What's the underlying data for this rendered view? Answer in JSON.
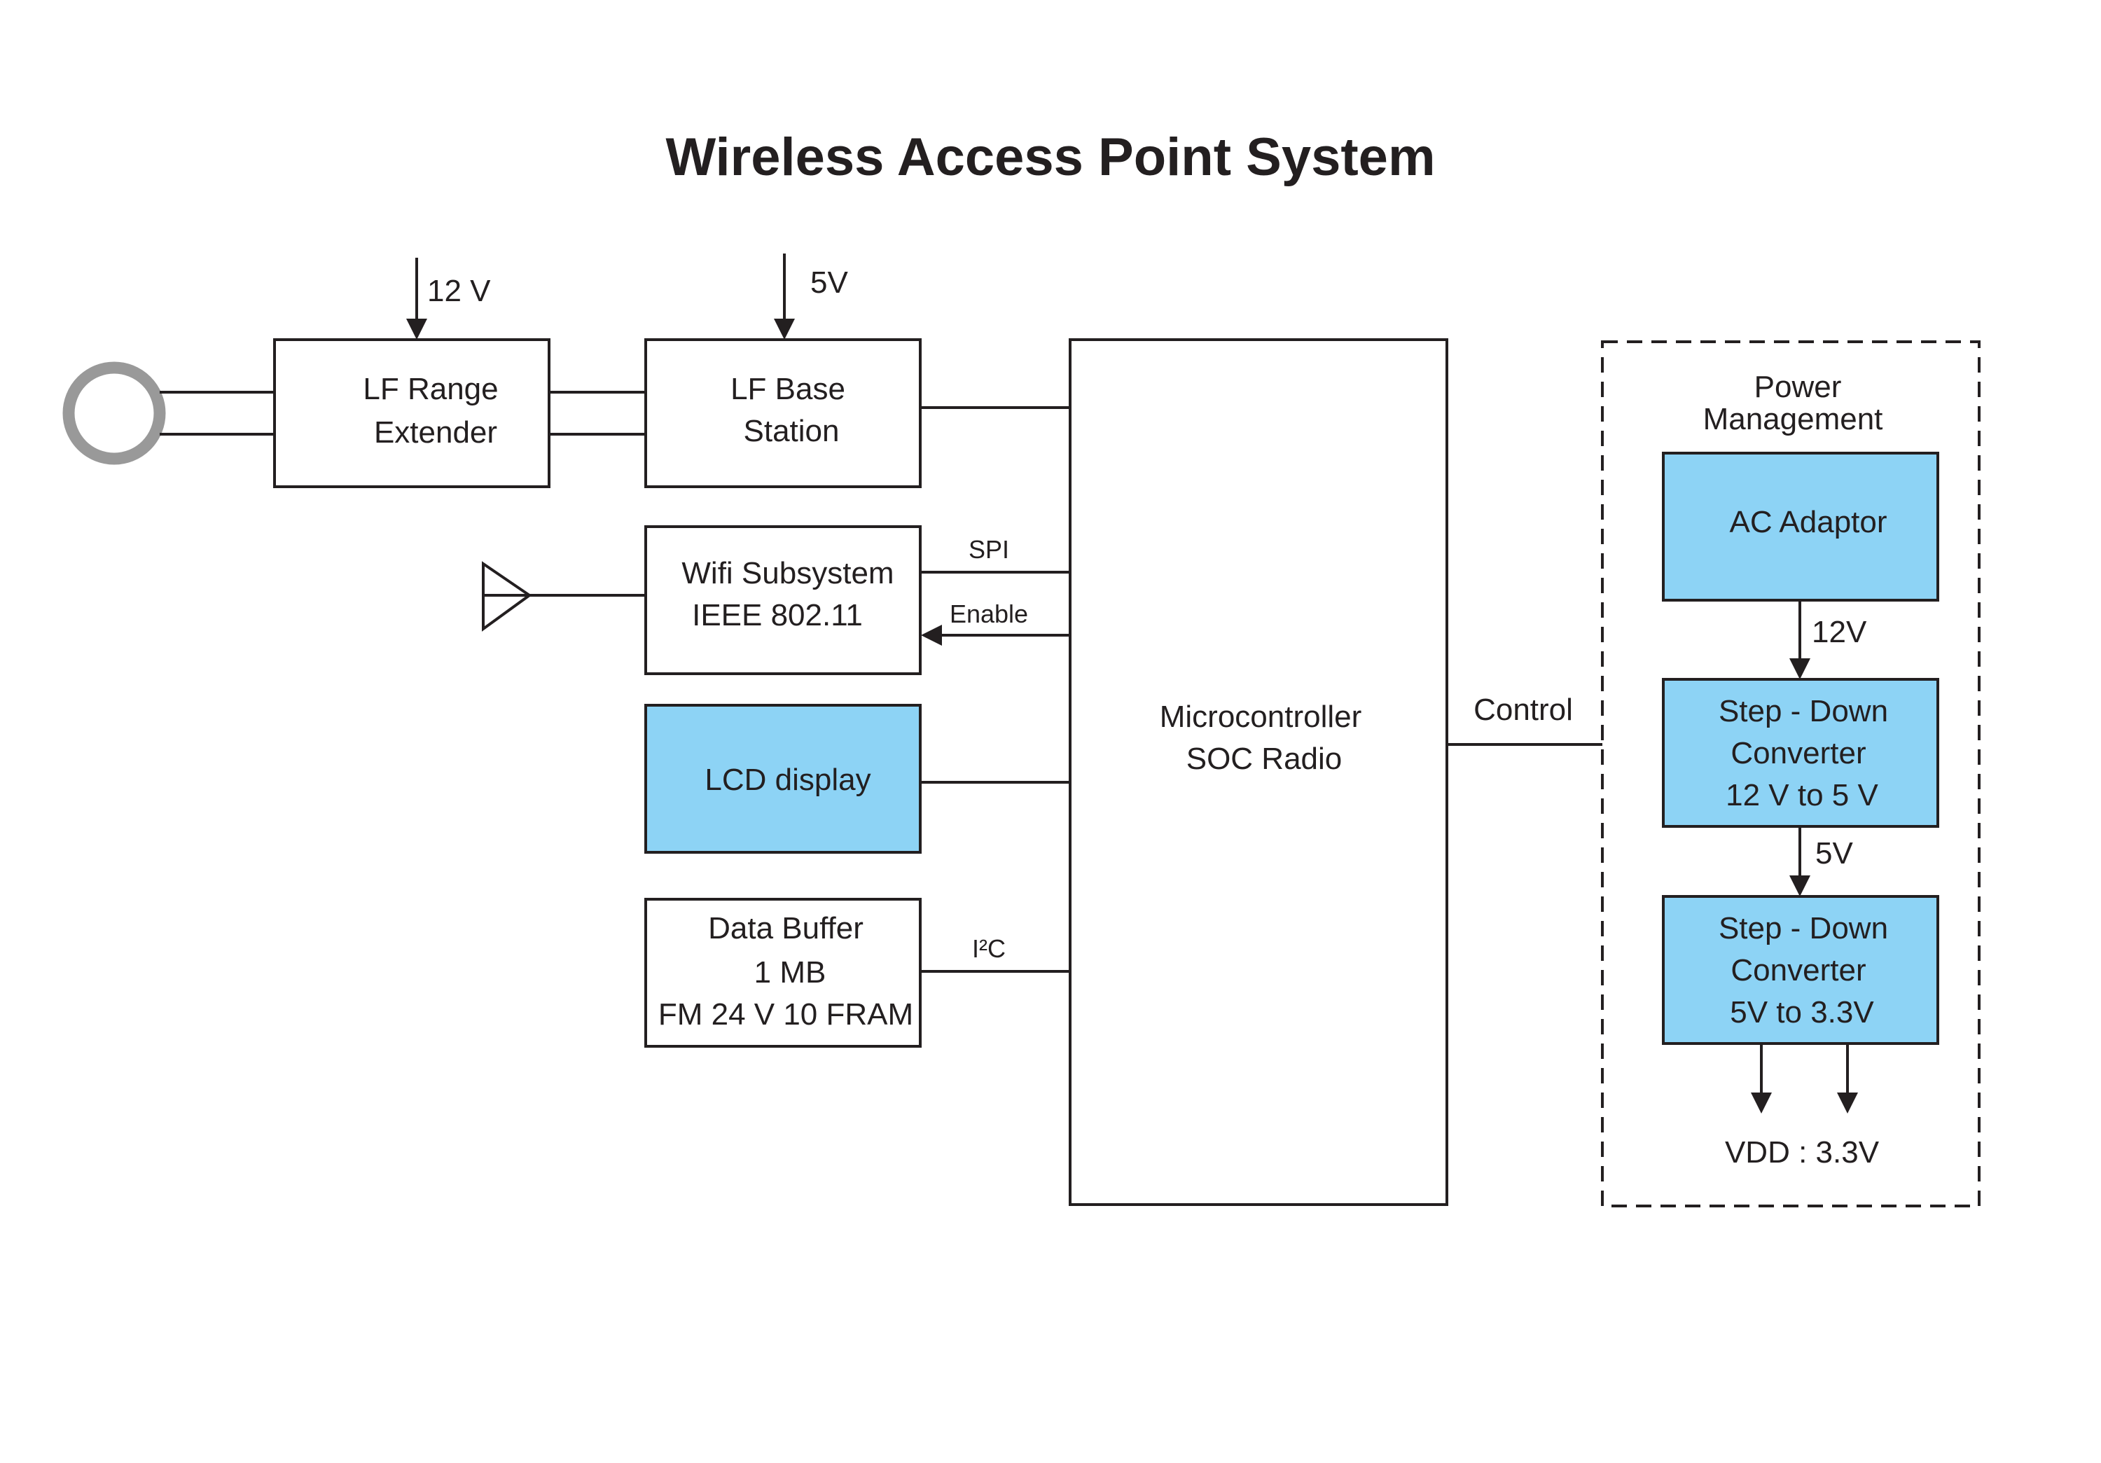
{
  "title": "Wireless Access Point System",
  "colors": {
    "line": "#231f20",
    "fill_highlight": "#8dd3f5",
    "loop_antenna": "#999999"
  },
  "blocks": {
    "lf_range_extender": [
      "LF Range",
      "Extender"
    ],
    "lf_base_station": [
      "LF Base",
      "Station"
    ],
    "wifi_subsystem": [
      "Wifi Subsystem",
      "IEEE 802.11"
    ],
    "lcd_display": [
      "LCD display"
    ],
    "data_buffer": [
      "Data Buffer",
      "1 MB",
      "FM 24 V 10  FRAM"
    ],
    "microcontroller": [
      "Microcontroller",
      "SOC Radio"
    ],
    "power_management": [
      "Power",
      "Management"
    ],
    "ac_adaptor": [
      "AC Adaptor"
    ],
    "step_down_1": [
      "Step - Down",
      "Converter",
      "12 V to  5 V"
    ],
    "step_down_2": [
      "Step - Down",
      "Converter",
      "5V to  3.3V"
    ]
  },
  "signals": {
    "lf_range_extender_supply": "12 V",
    "lf_base_station_supply": "5V",
    "spi": "SPI",
    "enable": "Enable",
    "i2c": "I²C",
    "control": "Control",
    "ac_to_stepdown": "12V",
    "stepdown_to_stepdown": "5V",
    "vdd": "VDD : 3.3V"
  },
  "icons": {
    "loop_antenna": "loop-antenna-icon",
    "wifi_antenna": "antenna-icon"
  }
}
